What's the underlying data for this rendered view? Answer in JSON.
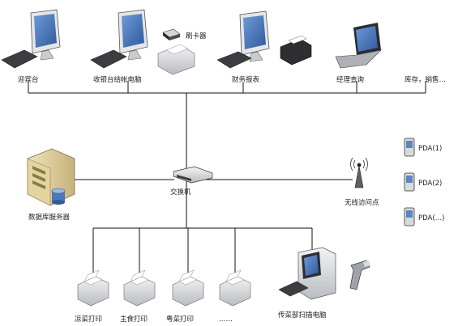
{
  "nodes": {
    "reception_pc": "迎宾台",
    "card_reader": "刷卡器",
    "cashier_pc": "收银台结帐电脑",
    "finance_pc": "财务报表",
    "manager_laptop": "经理查询",
    "inventory": "库存，销售…",
    "db_server": "数据库服务器",
    "switch": "交换机",
    "wireless_ap": "无线访问点",
    "pda_1": "PDA(1)",
    "pda_2": "PDA(2)",
    "pda_n": "PDA(…)",
    "printer_cold": "凉菜打印",
    "printer_staple": "主食打印",
    "printer_cantonese": "粤菜打印",
    "printer_more": "……",
    "dispatch_pc": "传菜部扫描电脑"
  },
  "colors": {
    "line": "#111111",
    "screen": "#3f6fb3",
    "device": "#d7d9dc",
    "device_dark": "#8a8d92",
    "server": "#e9d9a8"
  }
}
